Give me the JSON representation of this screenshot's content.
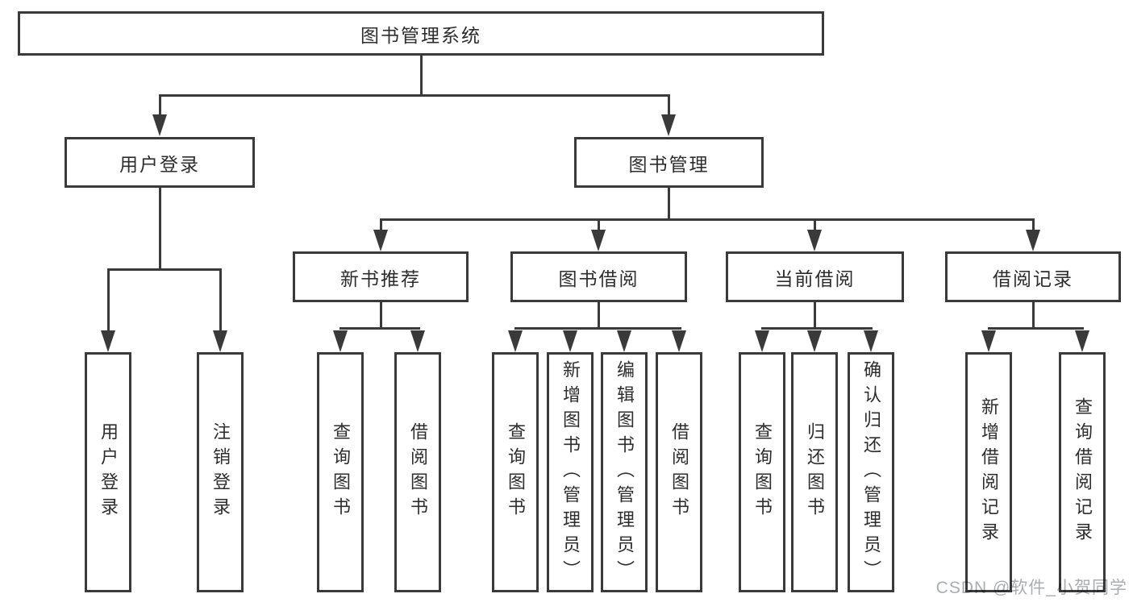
{
  "colors": {
    "line": "#3a3a3a",
    "border": "#3a3a3a",
    "text": "#2d2d2d",
    "fill": "#ffffff",
    "watermark": "#a9adb2"
  },
  "diagram": {
    "root": {
      "label": "图书管理系统"
    },
    "level2": [
      {
        "id": "user-login",
        "label": "用户登录"
      },
      {
        "id": "book-management",
        "label": "图书管理"
      }
    ],
    "level3": [
      {
        "id": "new-book-recommendation",
        "label": "新书推荐"
      },
      {
        "id": "book-borrowing",
        "label": "图书借阅"
      },
      {
        "id": "current-borrowing",
        "label": "当前借阅"
      },
      {
        "id": "borrowing-records",
        "label": "借阅记录"
      }
    ],
    "leaves": [
      {
        "label": "用户登录"
      },
      {
        "label": "注销登录"
      },
      {
        "label": "查询图书"
      },
      {
        "label": "借阅图书"
      },
      {
        "label": "查询图书"
      },
      {
        "label": "新增图书（管理员）"
      },
      {
        "label": "编辑图书（管理员）"
      },
      {
        "label": "借阅图书"
      },
      {
        "label": "查询图书"
      },
      {
        "label": "归还图书"
      },
      {
        "label": "确认归还（管理员）"
      },
      {
        "label": "新增借阅记录"
      },
      {
        "label": "查询借阅记录"
      }
    ]
  },
  "watermark": {
    "text": "CSDN @软件_小贺同学"
  }
}
